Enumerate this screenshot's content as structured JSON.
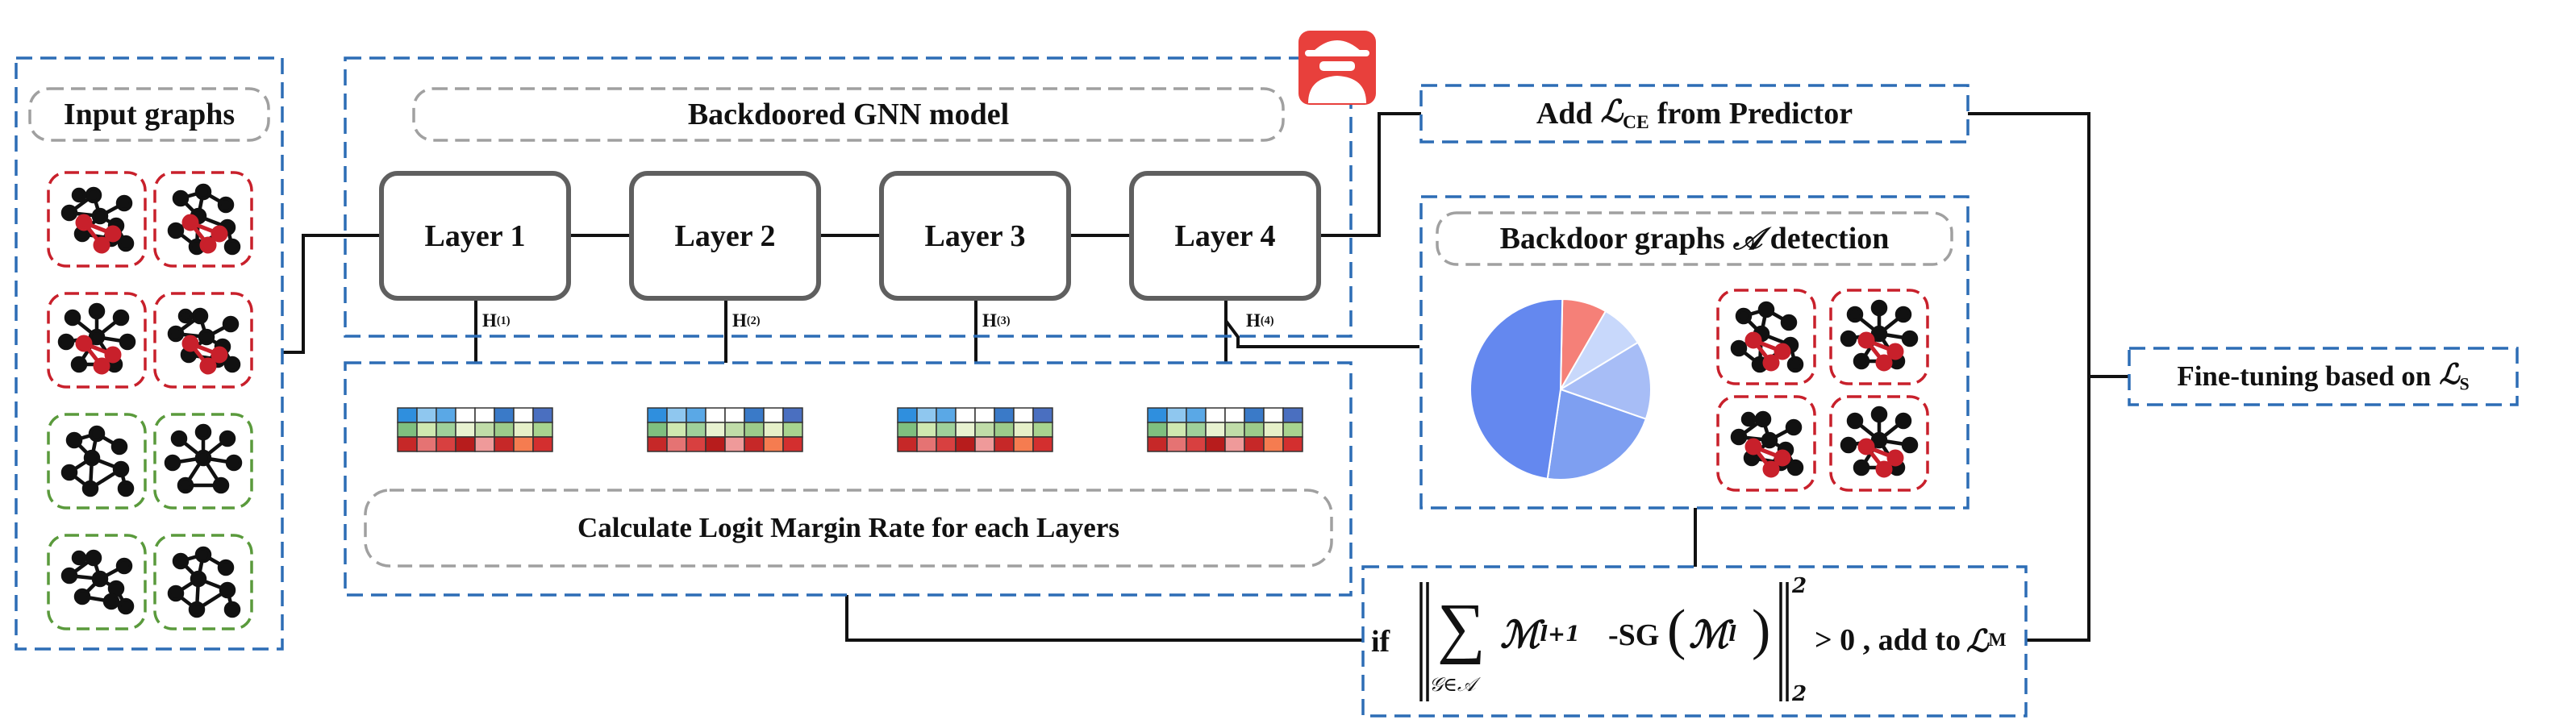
{
  "input_panel": {
    "title": "Input graphs"
  },
  "model_panel": {
    "title": "Backdoored GNN model"
  },
  "layers": [
    "Layer 1",
    "Layer 2",
    "Layer 3",
    "Layer 4"
  ],
  "hidden_labels": [
    {
      "base": "H",
      "sup": "(1)"
    },
    {
      "base": "H",
      "sup": "(2)"
    },
    {
      "base": "H",
      "sup": "(3)"
    },
    {
      "base": "H",
      "sup": "(4)"
    }
  ],
  "margin_panel": {
    "title": "Calculate Logit Margin Rate for each Layers"
  },
  "predictor_box": {
    "prefix": "Add",
    "loss": "ℒ",
    "loss_sub": "CE",
    "suffix": "from Predictor"
  },
  "detection_panel": {
    "title_prefix": "Backdoor graphs",
    "set_symbol": "𝒜",
    "title_suffix": "detection"
  },
  "finetune_box": {
    "text": "Fine-tuning based on",
    "loss": "ℒ",
    "loss_sub": "S"
  },
  "formula": {
    "if": "if",
    "sum": "∑",
    "sum_under": "𝒢∈𝒜",
    "m_symbol": "ℳ",
    "m_sup_next": "l+1",
    "sg": "-SG",
    "m_sup": "l",
    "norm_sub": "2",
    "norm_sup": "2",
    "comparison": "> 0 , add to",
    "loss": "ℒ",
    "loss_sub": "M"
  },
  "pie_data": {
    "type": "pie",
    "values": [
      0.08,
      0.08,
      0.14,
      0.22,
      0.48
    ],
    "colors": [
      "#f58078",
      "#c8d8fb",
      "#a7bdf6",
      "#7e9ff1",
      "#6488ef"
    ]
  },
  "colors": {
    "panel_border": "#2d6db5",
    "pill_border": "#a0a0a0",
    "layer_border": "#5f5f5f",
    "backdoor_red": "#c8202b",
    "clean_green": "#5a9a3c",
    "attacker_red": "#e8403c"
  },
  "icons": {
    "attacker": "spy-icon"
  },
  "heatmap_rows": [
    [
      "#2f8fde",
      "#8fc7ef",
      "#5aa8e6",
      "#ffffff",
      "#ffffff",
      "#3a7ac8",
      "#ffffff",
      "#4a6fc0"
    ],
    [
      "#7fbf7f",
      "#cfe8b0",
      "#9fd09a",
      "#e8f2d0",
      "#c0dca8",
      "#9ccb8a",
      "#e6f0c8",
      "#a8d38f"
    ],
    [
      "#c62828",
      "#e57373",
      "#d84040",
      "#b71c1c",
      "#ef9a9a",
      "#c62828",
      "#f57c50",
      "#d32f2f"
    ]
  ]
}
